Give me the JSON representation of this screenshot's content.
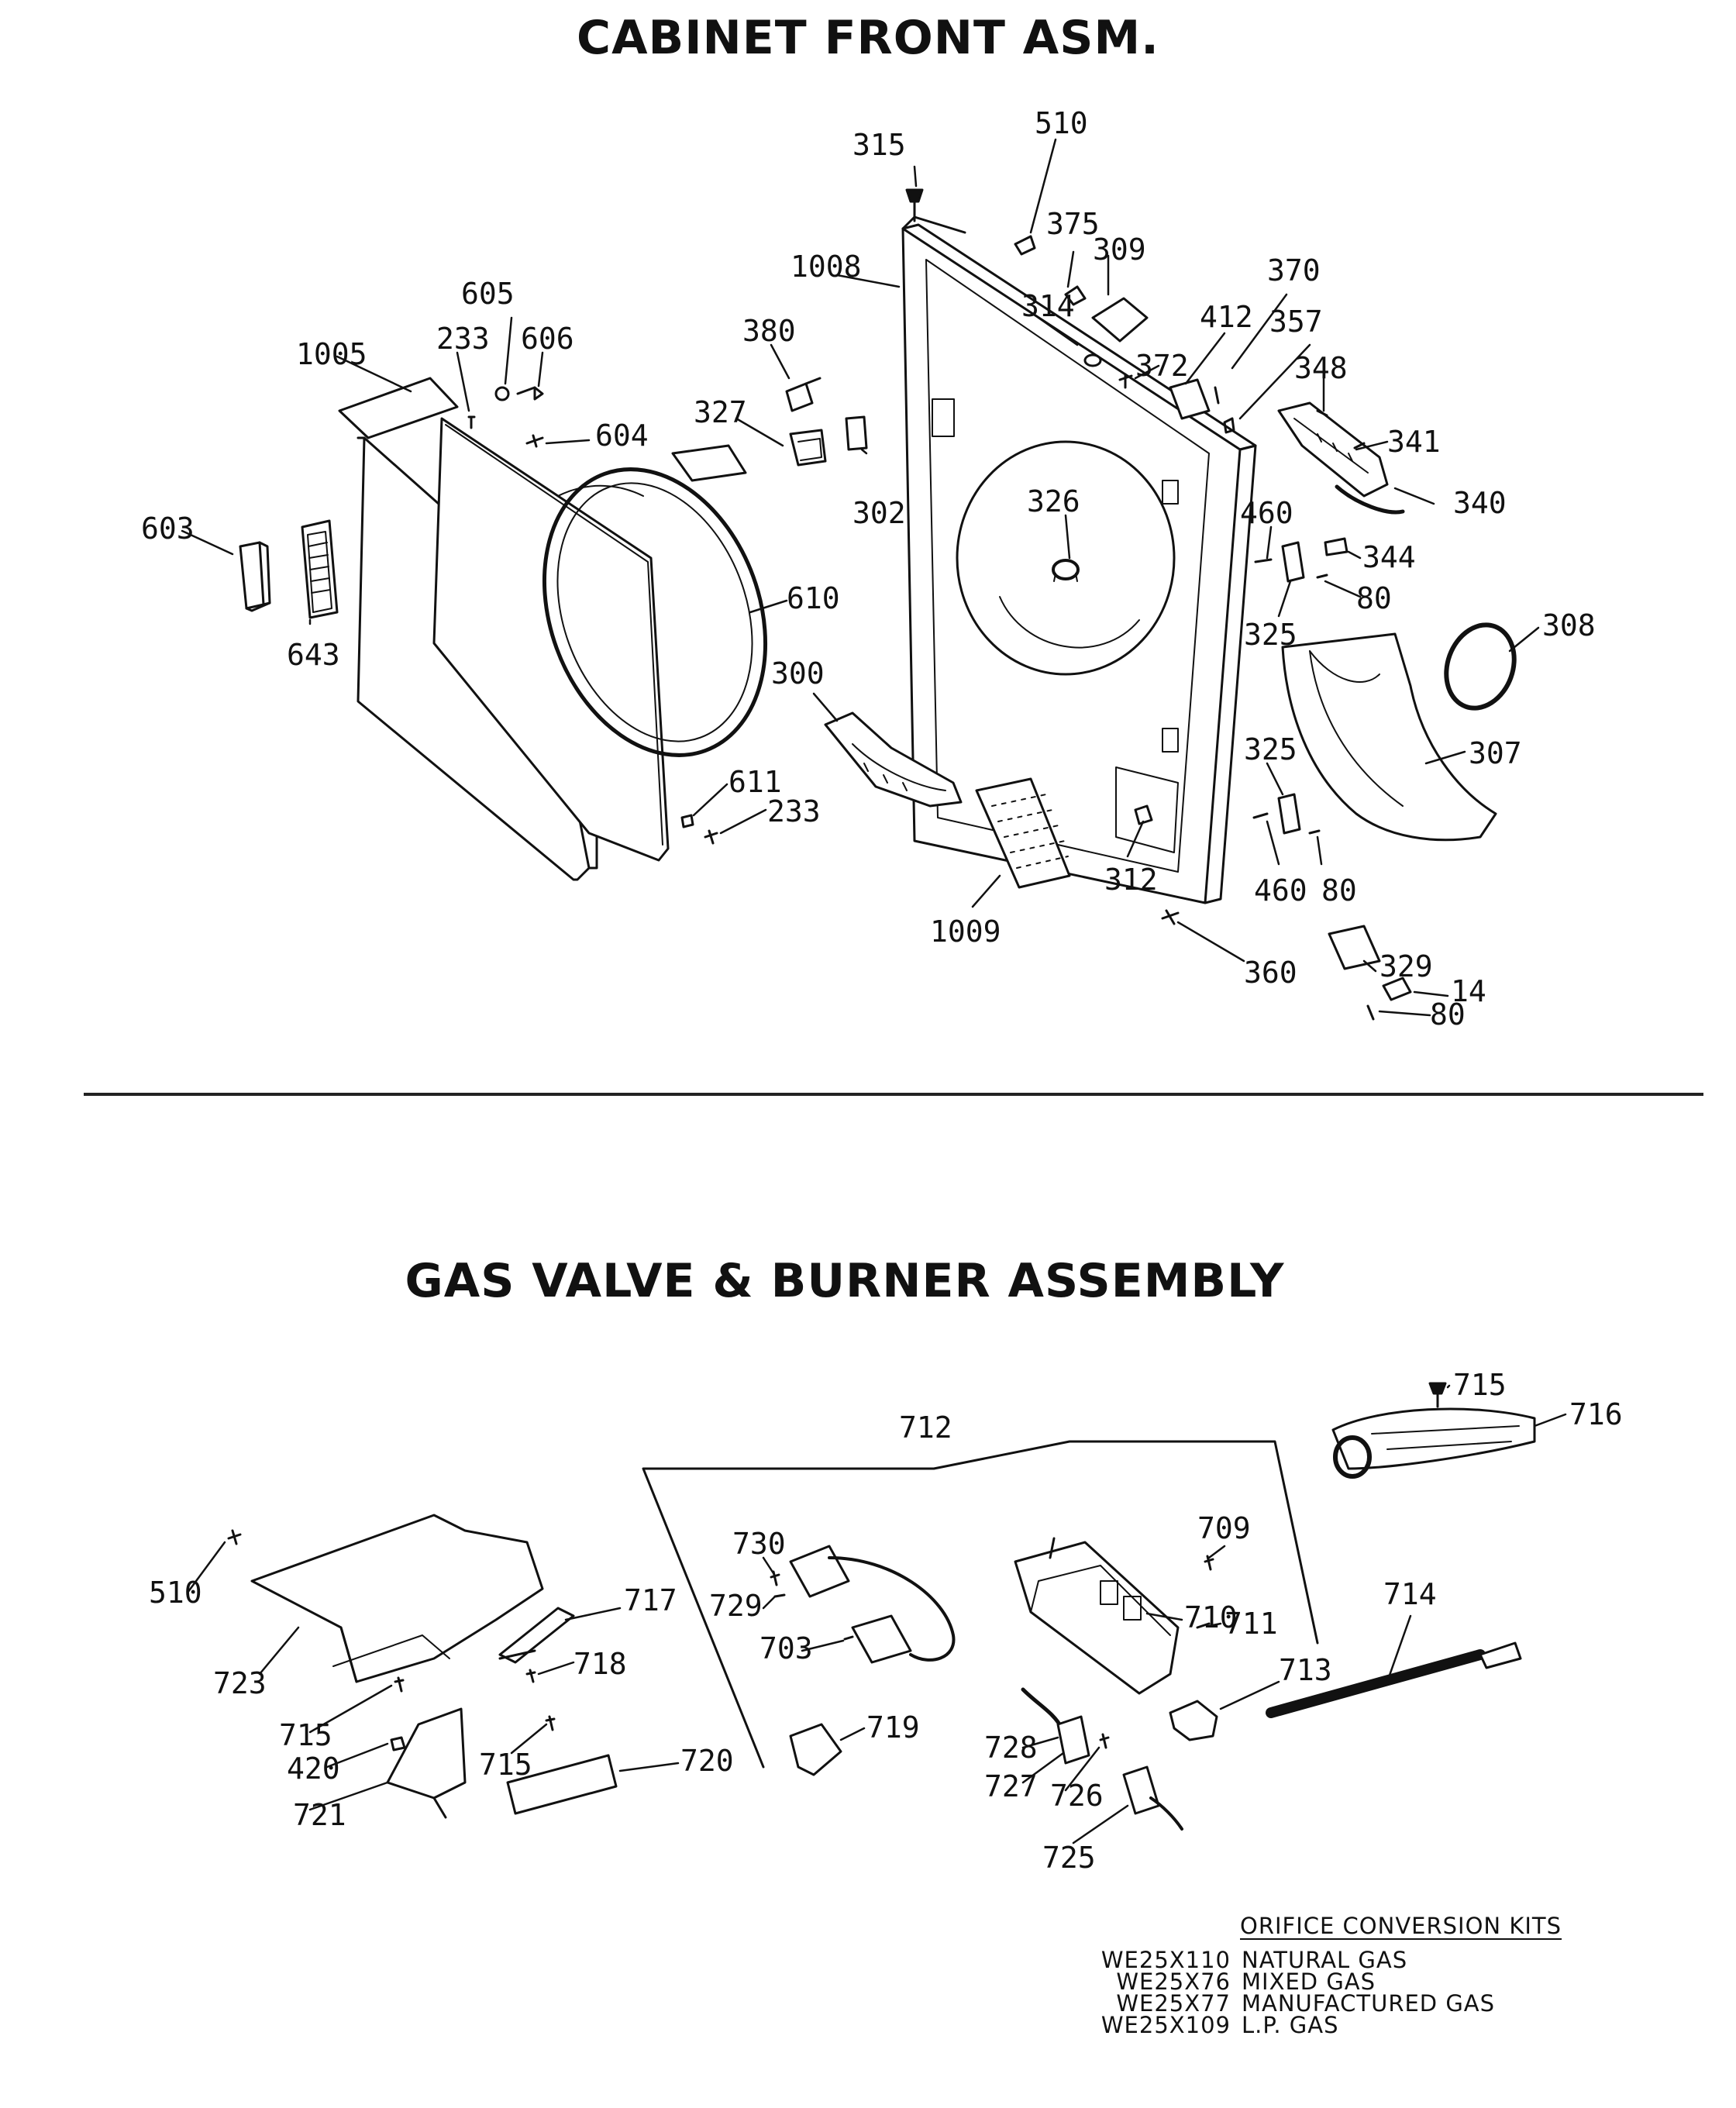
{
  "sections": {
    "cabinet_front": {
      "title": "CABINET FRONT ASM."
    },
    "gas_valve": {
      "title": "GAS VALVE & BURNER ASSEMBLY"
    }
  },
  "part_labels": {
    "p315": "315",
    "p510a": "510",
    "p375": "375",
    "p309": "309",
    "p1008": "1008",
    "p370": "370",
    "p314": "314",
    "p412": "412",
    "p357": "357",
    "p605": "605",
    "p380": "380",
    "p233a": "233",
    "p606": "606",
    "p1005": "1005",
    "p372": "372",
    "p348": "348",
    "p327": "327",
    "p604": "604",
    "p341": "341",
    "p302": "302",
    "p326": "326",
    "p340": "340",
    "p603": "603",
    "p460a": "460",
    "p344": "344",
    "p80a": "80",
    "p610": "610",
    "p643": "643",
    "p325a": "325",
    "p308": "308",
    "p300": "300",
    "p325b": "325",
    "p307": "307",
    "p611": "611",
    "p233b": "233",
    "p312": "312",
    "p460b": "460",
    "p80b": "80",
    "p1009": "1009",
    "p329": "329",
    "p360": "360",
    "p14": "14",
    "p80c": "80",
    "p715a": "715",
    "p716": "716",
    "p712": "712",
    "p709": "709",
    "p730": "730",
    "p510b": "510",
    "p714": "714",
    "p729": "729",
    "p717": "717",
    "p710": "710",
    "p711": "711",
    "p703": "703",
    "p723": "723",
    "p718": "718",
    "p713": "713",
    "p715b": "715",
    "p719": "719",
    "p420": "420",
    "p715c": "715",
    "p728": "728",
    "p720": "720",
    "p727": "727",
    "p721": "721",
    "p726": "726",
    "p725": "725"
  },
  "orifice_kits": {
    "heading": "ORIFICE CONVERSION KITS",
    "rows": [
      {
        "code": "WE25X110",
        "name": "NATURAL GAS"
      },
      {
        "code": "WE25X76",
        "name": "MIXED GAS"
      },
      {
        "code": "WE25X77",
        "name": "MANUFACTURED GAS"
      },
      {
        "code": "WE25X109",
        "name": "L.P. GAS"
      }
    ]
  }
}
